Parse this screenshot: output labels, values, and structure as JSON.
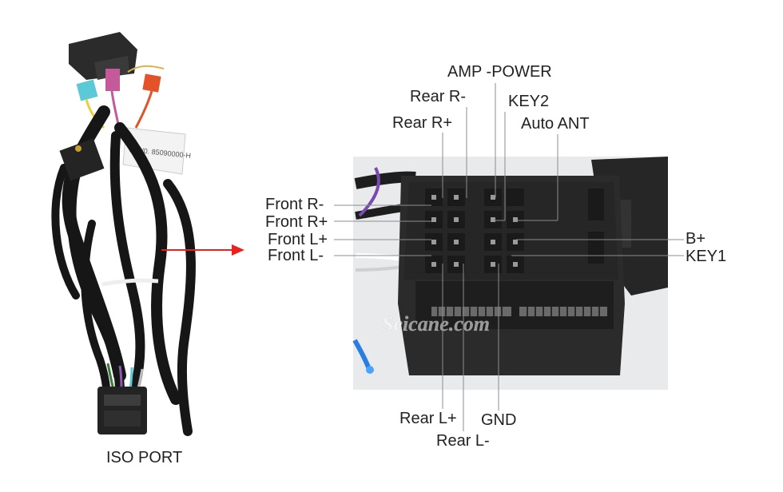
{
  "caption": {
    "left": "ISO PORT"
  },
  "watermark": "Seicane.com",
  "pins": {
    "amp_power": "AMP -POWER",
    "rear_r_minus": "Rear R-",
    "key2": "KEY2",
    "rear_r_plus": "Rear R+",
    "auto_ant": "Auto ANT",
    "front_r_minus": "Front R-",
    "front_r_plus": "Front R+",
    "front_l_plus": "Front L+",
    "front_l_minus": "Front L-",
    "b_plus": "B+",
    "key1": "KEY1",
    "rear_l_plus": "Rear L+",
    "gnd": "GND",
    "rear_l_minus": "Rear L-"
  },
  "colors": {
    "arrow": "#e8231f",
    "cable": "#161616",
    "connector": "#2b2b2b",
    "wire_cyan": "#5cc9d6",
    "wire_pink": "#c45a9a",
    "wire_orange": "#e2532a"
  }
}
